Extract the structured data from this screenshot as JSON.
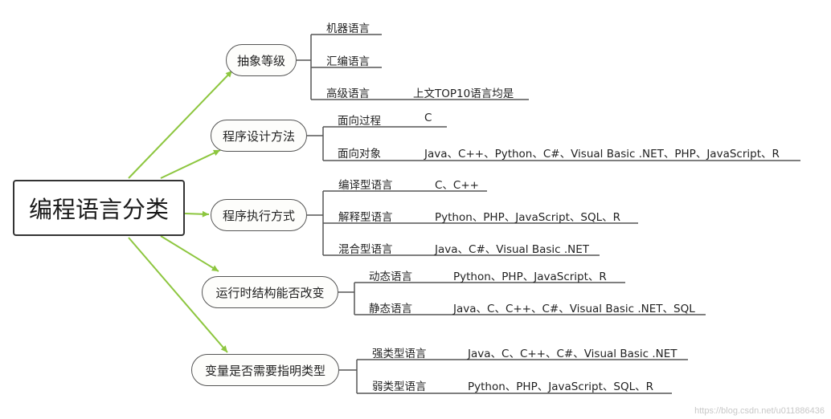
{
  "root": {
    "label": "编程语言分类"
  },
  "branches": [
    {
      "label": "抽象等级",
      "leaves": [
        {
          "label": "机器语言",
          "value": ""
        },
        {
          "label": "汇编语言",
          "value": ""
        },
        {
          "label": "高级语言",
          "value": "上文TOP10语言均是"
        }
      ]
    },
    {
      "label": "程序设计方法",
      "leaves": [
        {
          "label": "面向过程",
          "value": "C"
        },
        {
          "label": "面向对象",
          "value": "Java、C++、Python、C#、Visual Basic .NET、PHP、JavaScript、R"
        }
      ]
    },
    {
      "label": "程序执行方式",
      "leaves": [
        {
          "label": "编译型语言",
          "value": "C、C++"
        },
        {
          "label": "解释型语言",
          "value": "Python、PHP、JavaScript、SQL、R"
        },
        {
          "label": "混合型语言",
          "value": "Java、C#、Visual Basic .NET"
        }
      ]
    },
    {
      "label": "运行时结构能否改变",
      "leaves": [
        {
          "label": "动态语言",
          "value": "Python、PHP、JavaScript、R"
        },
        {
          "label": "静态语言",
          "value": "Java、C、C++、C#、Visual Basic .NET、SQL"
        }
      ]
    },
    {
      "label": "变量是否需要指明类型",
      "leaves": [
        {
          "label": "强类型语言",
          "value": "Java、C、C++、C#、Visual Basic .NET"
        },
        {
          "label": "弱类型语言",
          "value": "Python、PHP、JavaScript、SQL、R"
        }
      ]
    }
  ],
  "watermark": "https://blog.csdn.net/u011886436",
  "colors": {
    "connector": "#8dc63f",
    "leaf_line": "#555555",
    "node_border": "#555555"
  }
}
